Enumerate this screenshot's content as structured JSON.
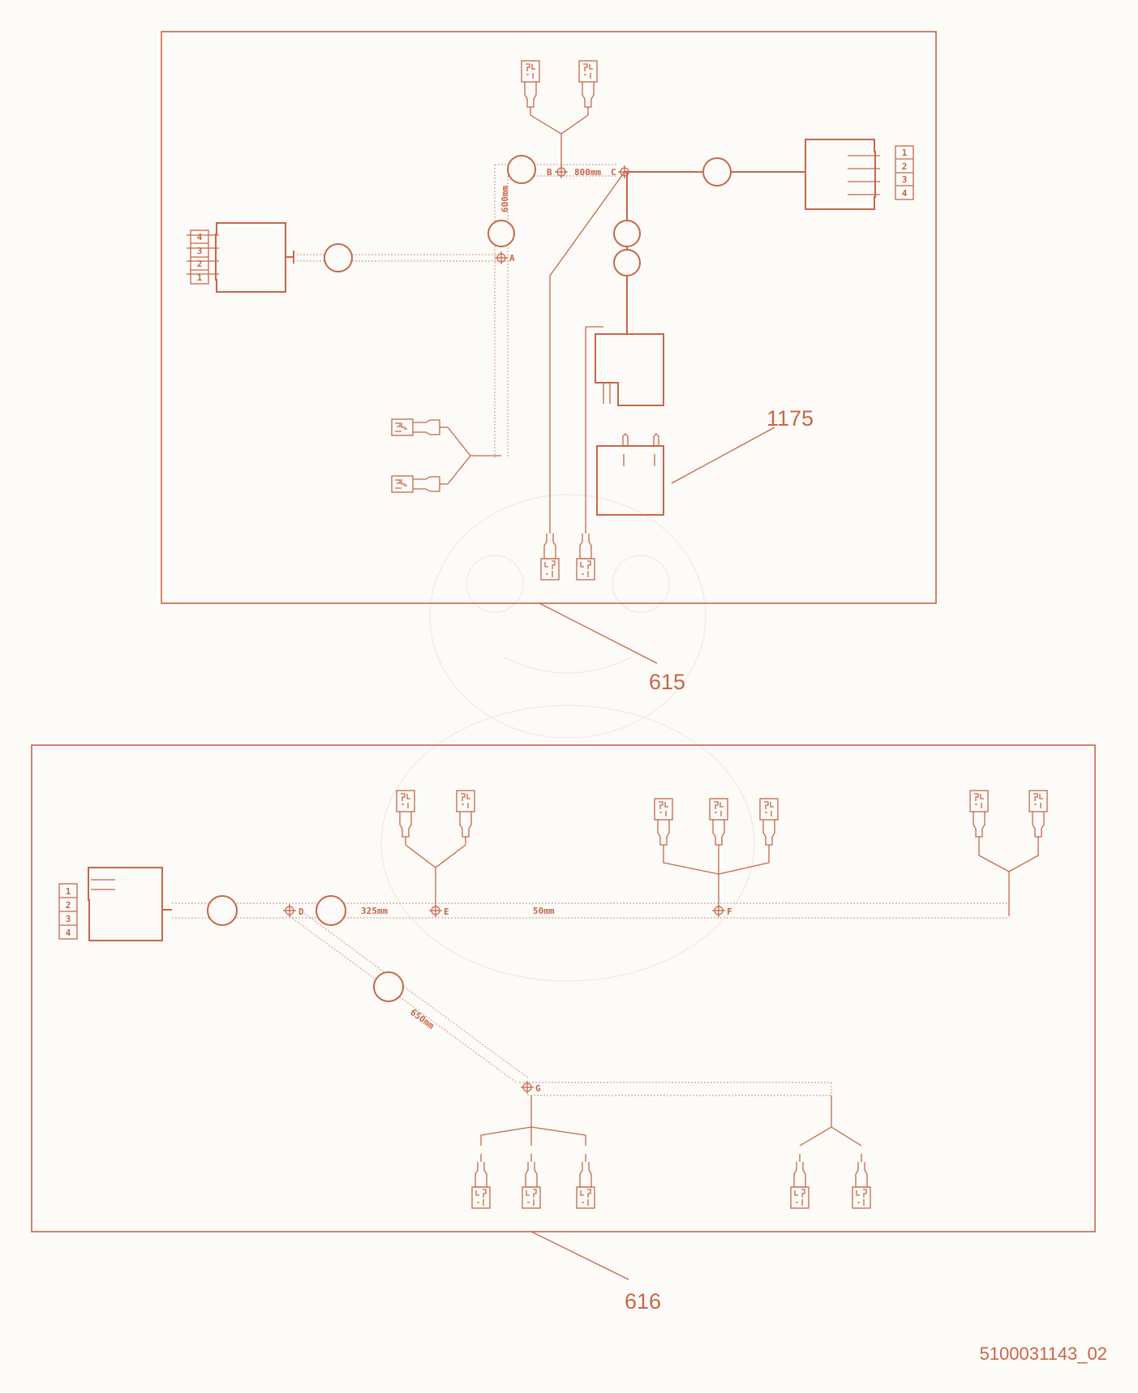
{
  "callouts": {
    "harness_top": "615",
    "harness_bottom": "616",
    "component": "1175"
  },
  "dimensions": {
    "d600": "600mm",
    "d800": "800mm",
    "d325": "325mm",
    "d50": "50mm",
    "d650": "650mm"
  },
  "junctions": {
    "a": "A",
    "b": "B",
    "c": "C",
    "d": "D",
    "e": "E",
    "f": "F",
    "g": "G"
  },
  "pins": {
    "p1": "1",
    "p2": "2",
    "p3": "3",
    "p4": "4"
  },
  "document_code": "5100031143_02",
  "colors": {
    "line": "#c8664a",
    "background": "#fcfbf8"
  }
}
